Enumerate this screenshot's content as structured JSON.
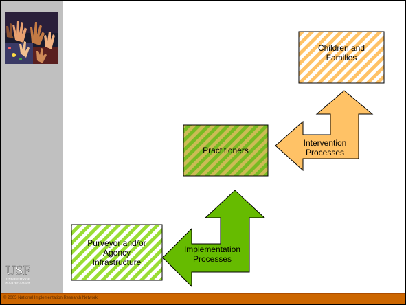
{
  "colors": {
    "sidebar": "#c0c0c0",
    "footer": "#cc6600",
    "green_arrow": "#66bb00",
    "orange_arrow": "#ffc266",
    "hatch_green": "#99dd33",
    "hatch_orange": "#ffc266"
  },
  "icons": {
    "photo": "children-hands-photo",
    "logo": "usf-logo"
  },
  "logo": {
    "name": "USF",
    "subtitle_1": "UNIVERSITY OF",
    "subtitle_2": "SOUTH FLORIDA"
  },
  "nodes": {
    "purveyor": "Purveyor and/or\nAgency\nInfrastructure",
    "practitioners": "Practitioners",
    "children": "Children and\nFamilies"
  },
  "arrows": {
    "implementation": "Implementation\nProcesses",
    "intervention": "Intervention\nProcesses"
  },
  "footer": {
    "text": "© 2005 National Implementation Research Network"
  }
}
